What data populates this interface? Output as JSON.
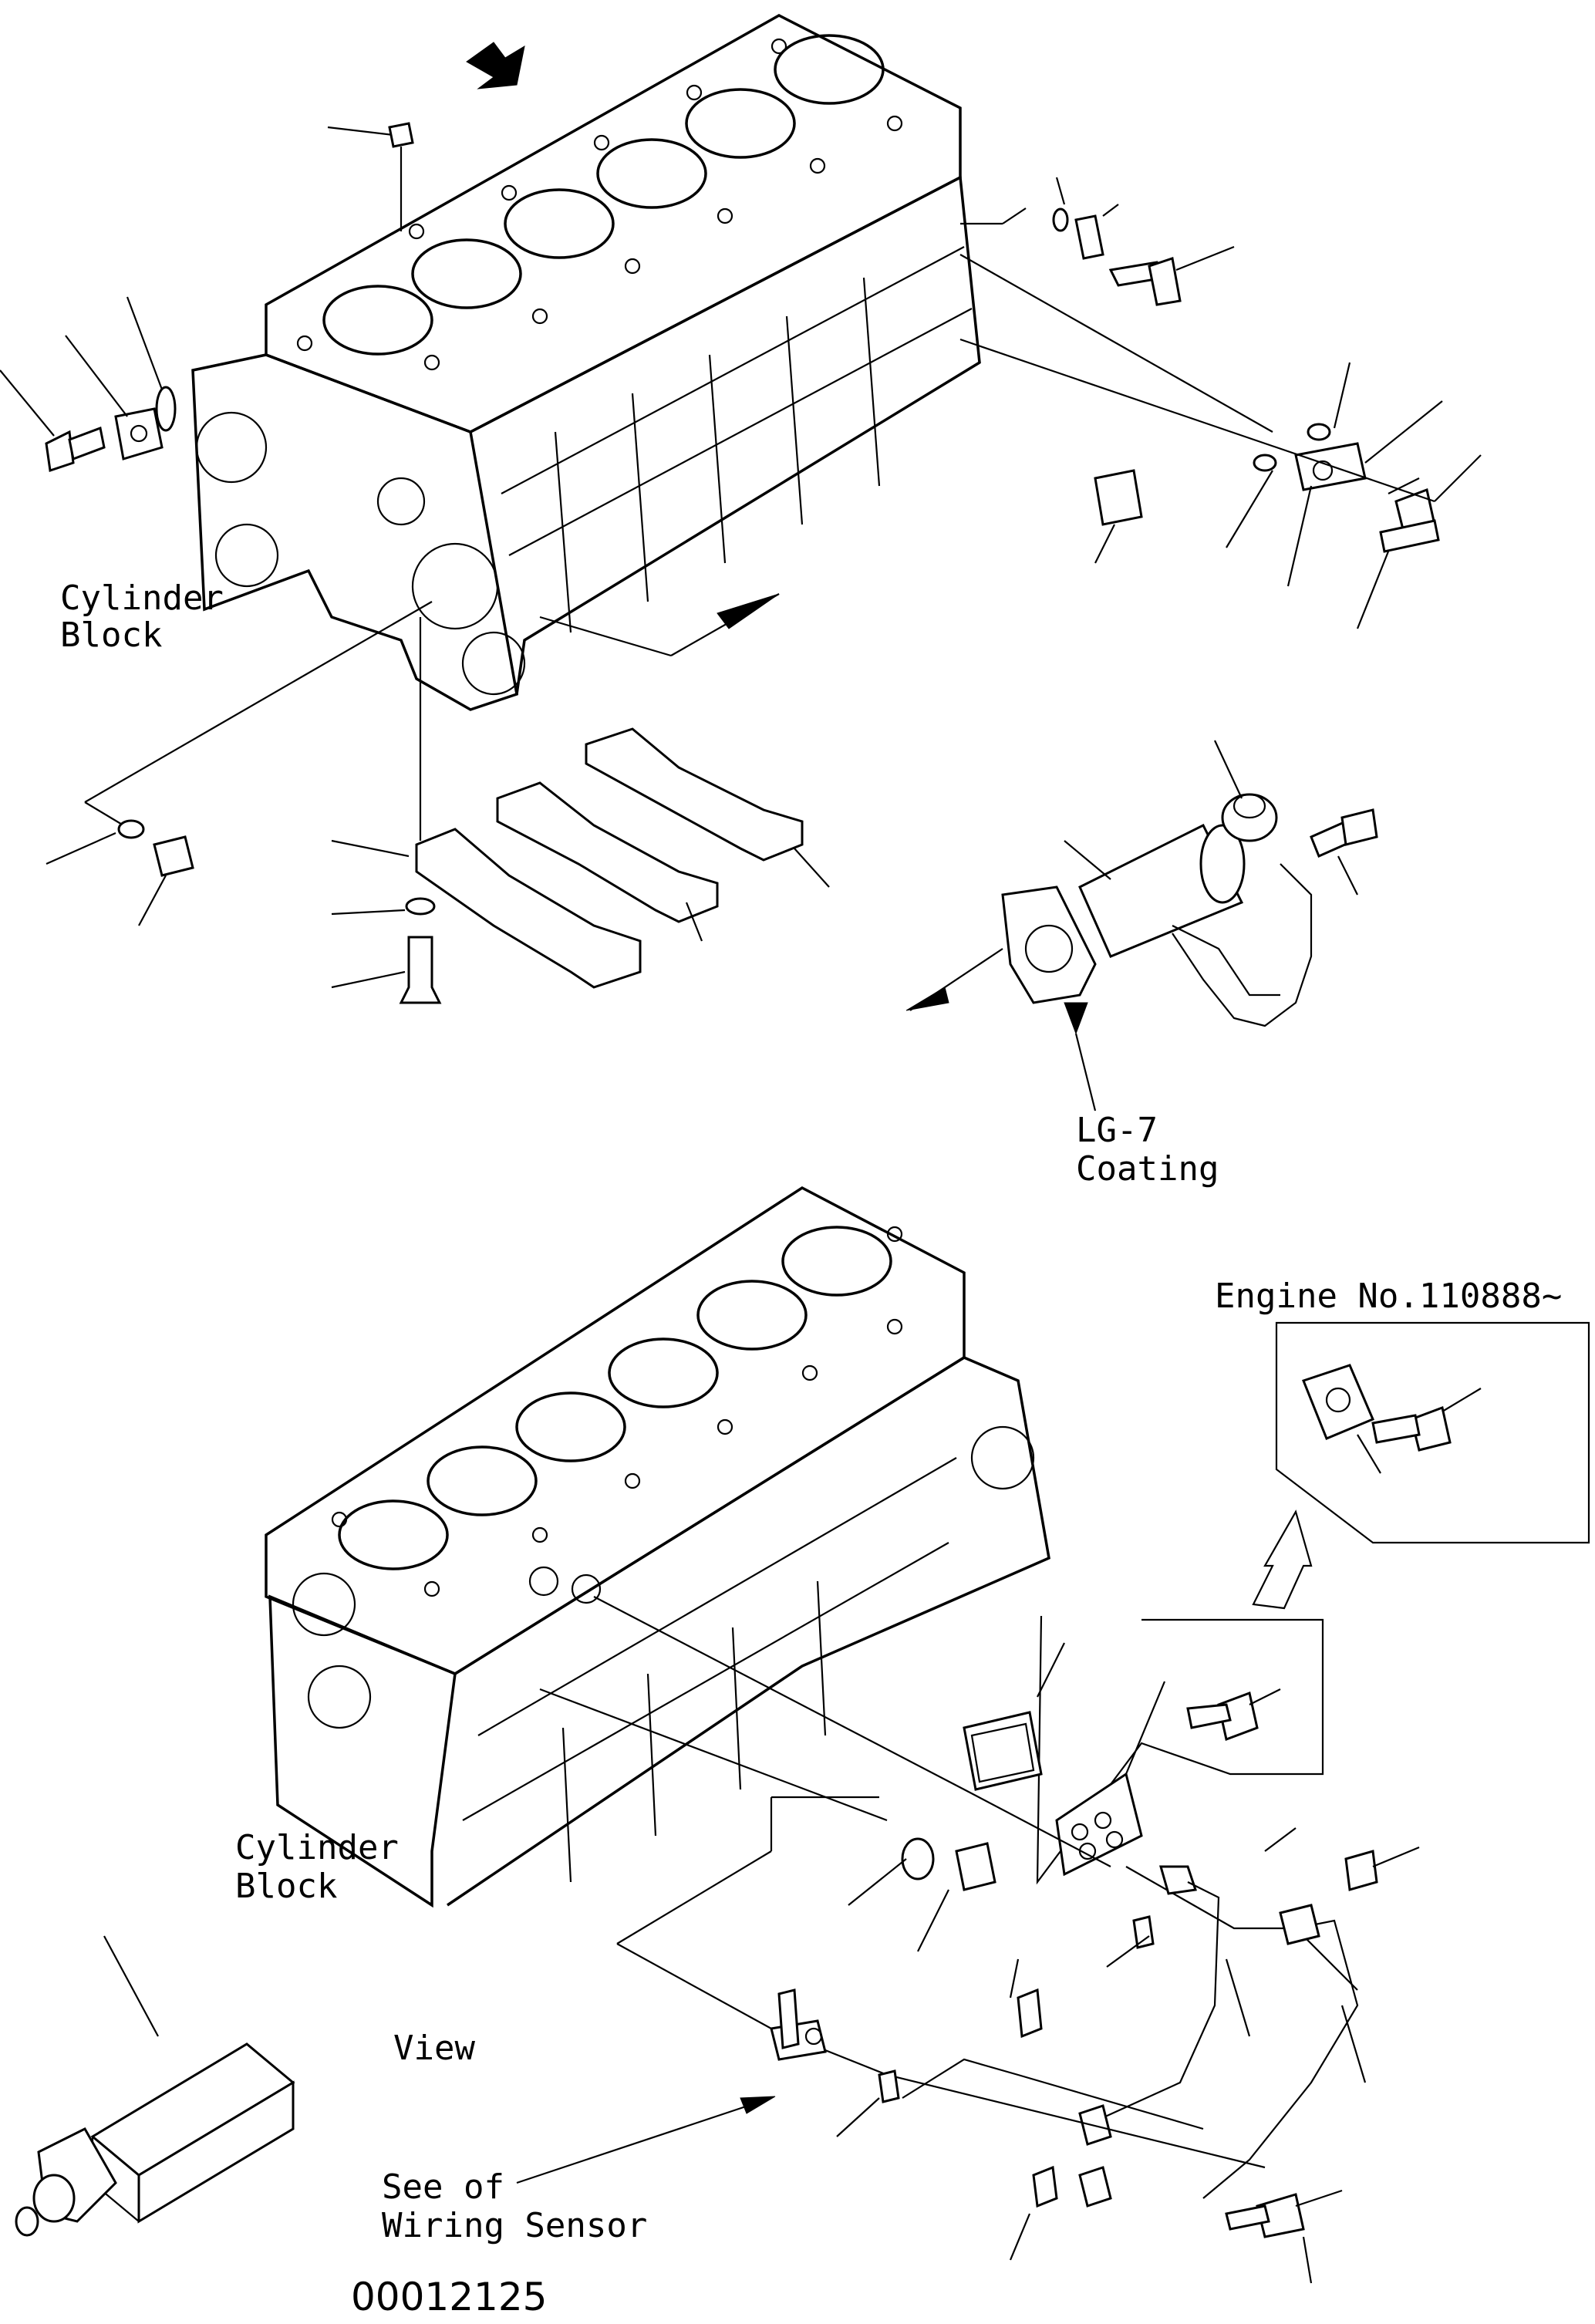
{
  "diagram": {
    "labels": {
      "cylinder_block_top": [
        "Cylinder",
        "Block"
      ],
      "lg7_coating": [
        "LG-7",
        "Coating"
      ],
      "engine_no": "Engine No.110888~",
      "cylinder_block_bottom": [
        "Cylinder",
        "Block"
      ],
      "view": "View",
      "see_of_wiring": [
        "See of",
        "Wiring Sensor"
      ],
      "drawing_number": "00012125"
    }
  }
}
